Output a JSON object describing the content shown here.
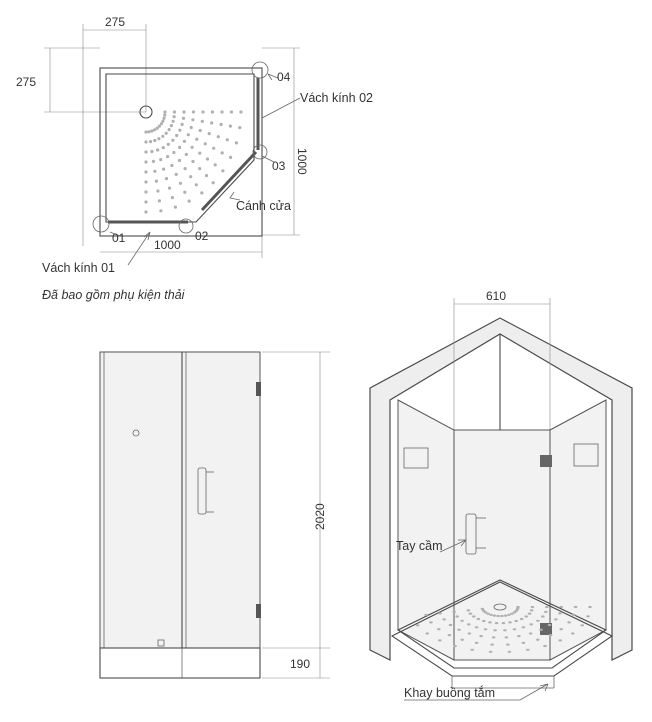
{
  "plan": {
    "dim_top": "275",
    "dim_left": "275",
    "dim_right": "1000",
    "dim_bottom": "1000",
    "part_01": "01",
    "part_02": "02",
    "part_03": "03",
    "part_04": "04",
    "label_glass_02": "Vách kính 02",
    "label_door": "Cánh cửa",
    "label_glass_01": "Vách kính 01"
  },
  "note": "Đã bao gồm phụ kiện thải",
  "elevation": {
    "dim_height": "2020",
    "dim_tray": "190"
  },
  "perspective": {
    "dim_width": "610",
    "label_handle": "Tay cầm",
    "label_tray": "Khay buồng tắm"
  }
}
